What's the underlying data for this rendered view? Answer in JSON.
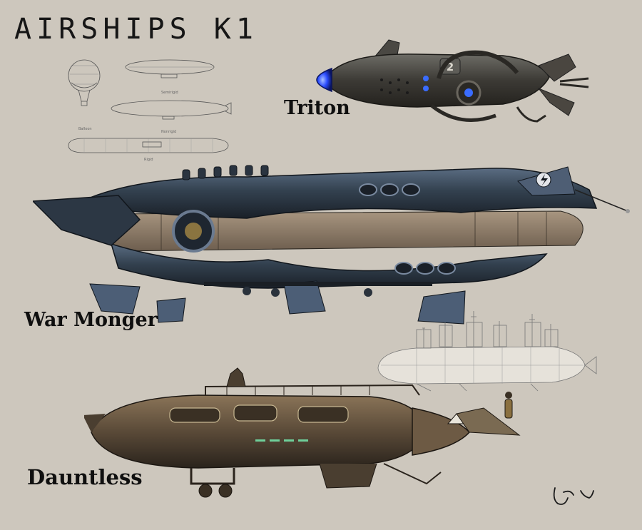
{
  "title": "AIRSHIPS K1",
  "ships": {
    "triton": {
      "label": "Triton",
      "badge": "2"
    },
    "war_monger": {
      "label": "War Monger"
    },
    "dauntless": {
      "label": "Dauntless"
    }
  },
  "reference_sketches": {
    "captions": [
      "Balloon",
      "Semirigid",
      "Nonrigid",
      "Rigid"
    ]
  },
  "colors": {
    "background": "#cdc7bd",
    "triton_nose_glow": "#2a4cff",
    "war_monger_hull": "#3a4a5c",
    "dauntless_hull": "#5a4a38"
  }
}
